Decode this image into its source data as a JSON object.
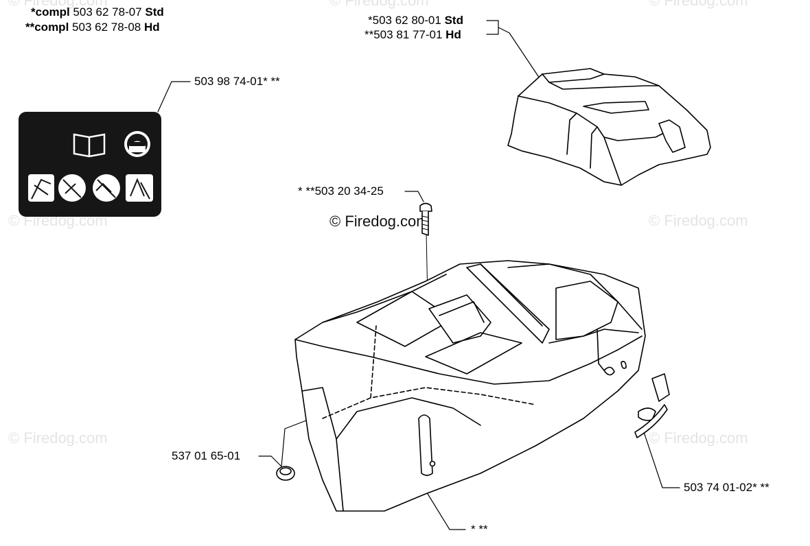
{
  "header": {
    "line1": {
      "prefix": "*compl",
      "number": "503 62 78-07",
      "suffix": "Std"
    },
    "line2": {
      "prefix": "**compl",
      "number": "503 62 78-08",
      "suffix": "Hd"
    }
  },
  "parts": {
    "top_cover": {
      "line1": {
        "number": "*503 62 80-01",
        "suffix": "Std"
      },
      "line2": {
        "number": "**503 81 77-01",
        "suffix": "Hd"
      }
    },
    "decal": {
      "label": "503 98 74-01* **"
    },
    "screw": {
      "label": "* **503 20 34-25"
    },
    "grommet": {
      "label": "537 01 65-01"
    },
    "clip": {
      "label": "503 74 01-02* **"
    },
    "cylinder_cover": {
      "label": "* **"
    }
  },
  "watermarks": {
    "text": "© Firedog.com",
    "center": "© Firedog.com"
  },
  "colors": {
    "line": "#000000",
    "part_fill": "#ffffff",
    "decal_bg": "#161616",
    "watermark": "#e4e4e4"
  },
  "icons": [
    "manual-book-icon",
    "face-protection-icon",
    "safety-pictogram-icon"
  ]
}
